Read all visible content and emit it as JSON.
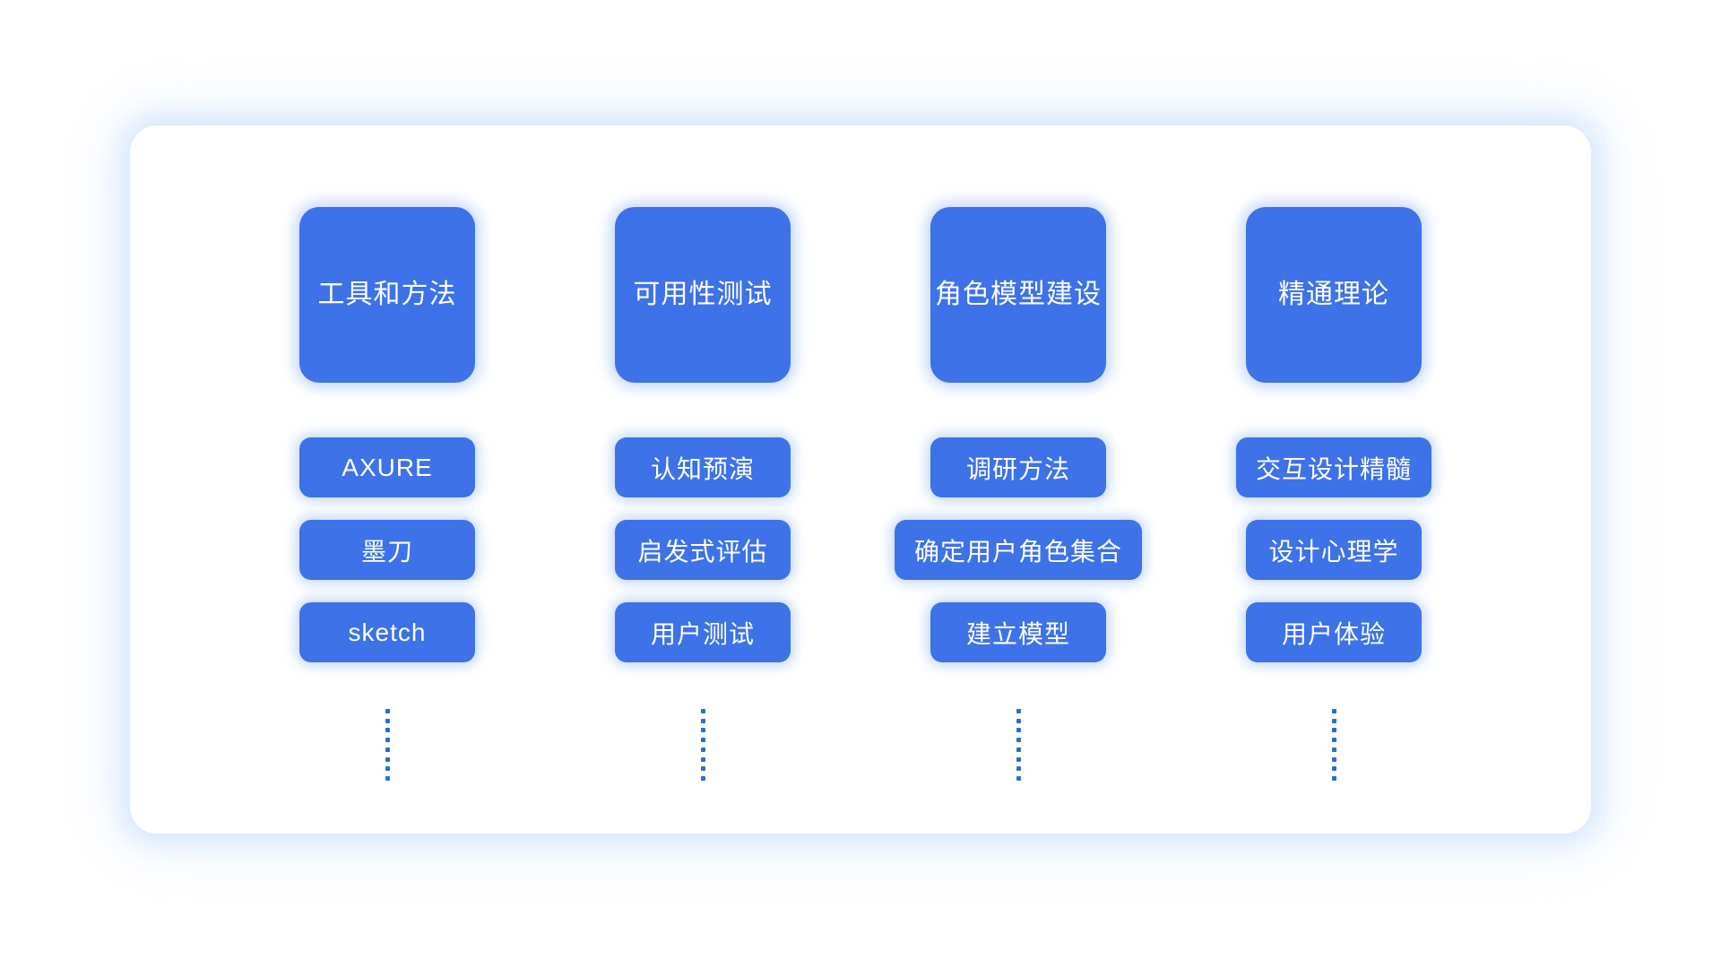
{
  "panel": {
    "background_color": "#ffffff",
    "glow_color": "#c1dcfa",
    "accent_color": "#3D72E8",
    "text_color": "#ffffff",
    "dot_color": "#2570CC"
  },
  "columns": [
    {
      "header": "工具和方法",
      "items": [
        "AXURE",
        "墨刀",
        "sketch"
      ],
      "has_ellipsis": true
    },
    {
      "header": "可用性测试",
      "items": [
        "认知预演",
        "启发式评估",
        "用户测试"
      ],
      "has_ellipsis": true
    },
    {
      "header": "角色模型建设",
      "items": [
        "调研方法",
        "确定用户角色集合",
        "建立模型"
      ],
      "has_ellipsis": true
    },
    {
      "header": "精通理论",
      "items": [
        "交互设计精髓",
        "设计心理学",
        "用户体验"
      ],
      "has_ellipsis": true
    }
  ]
}
